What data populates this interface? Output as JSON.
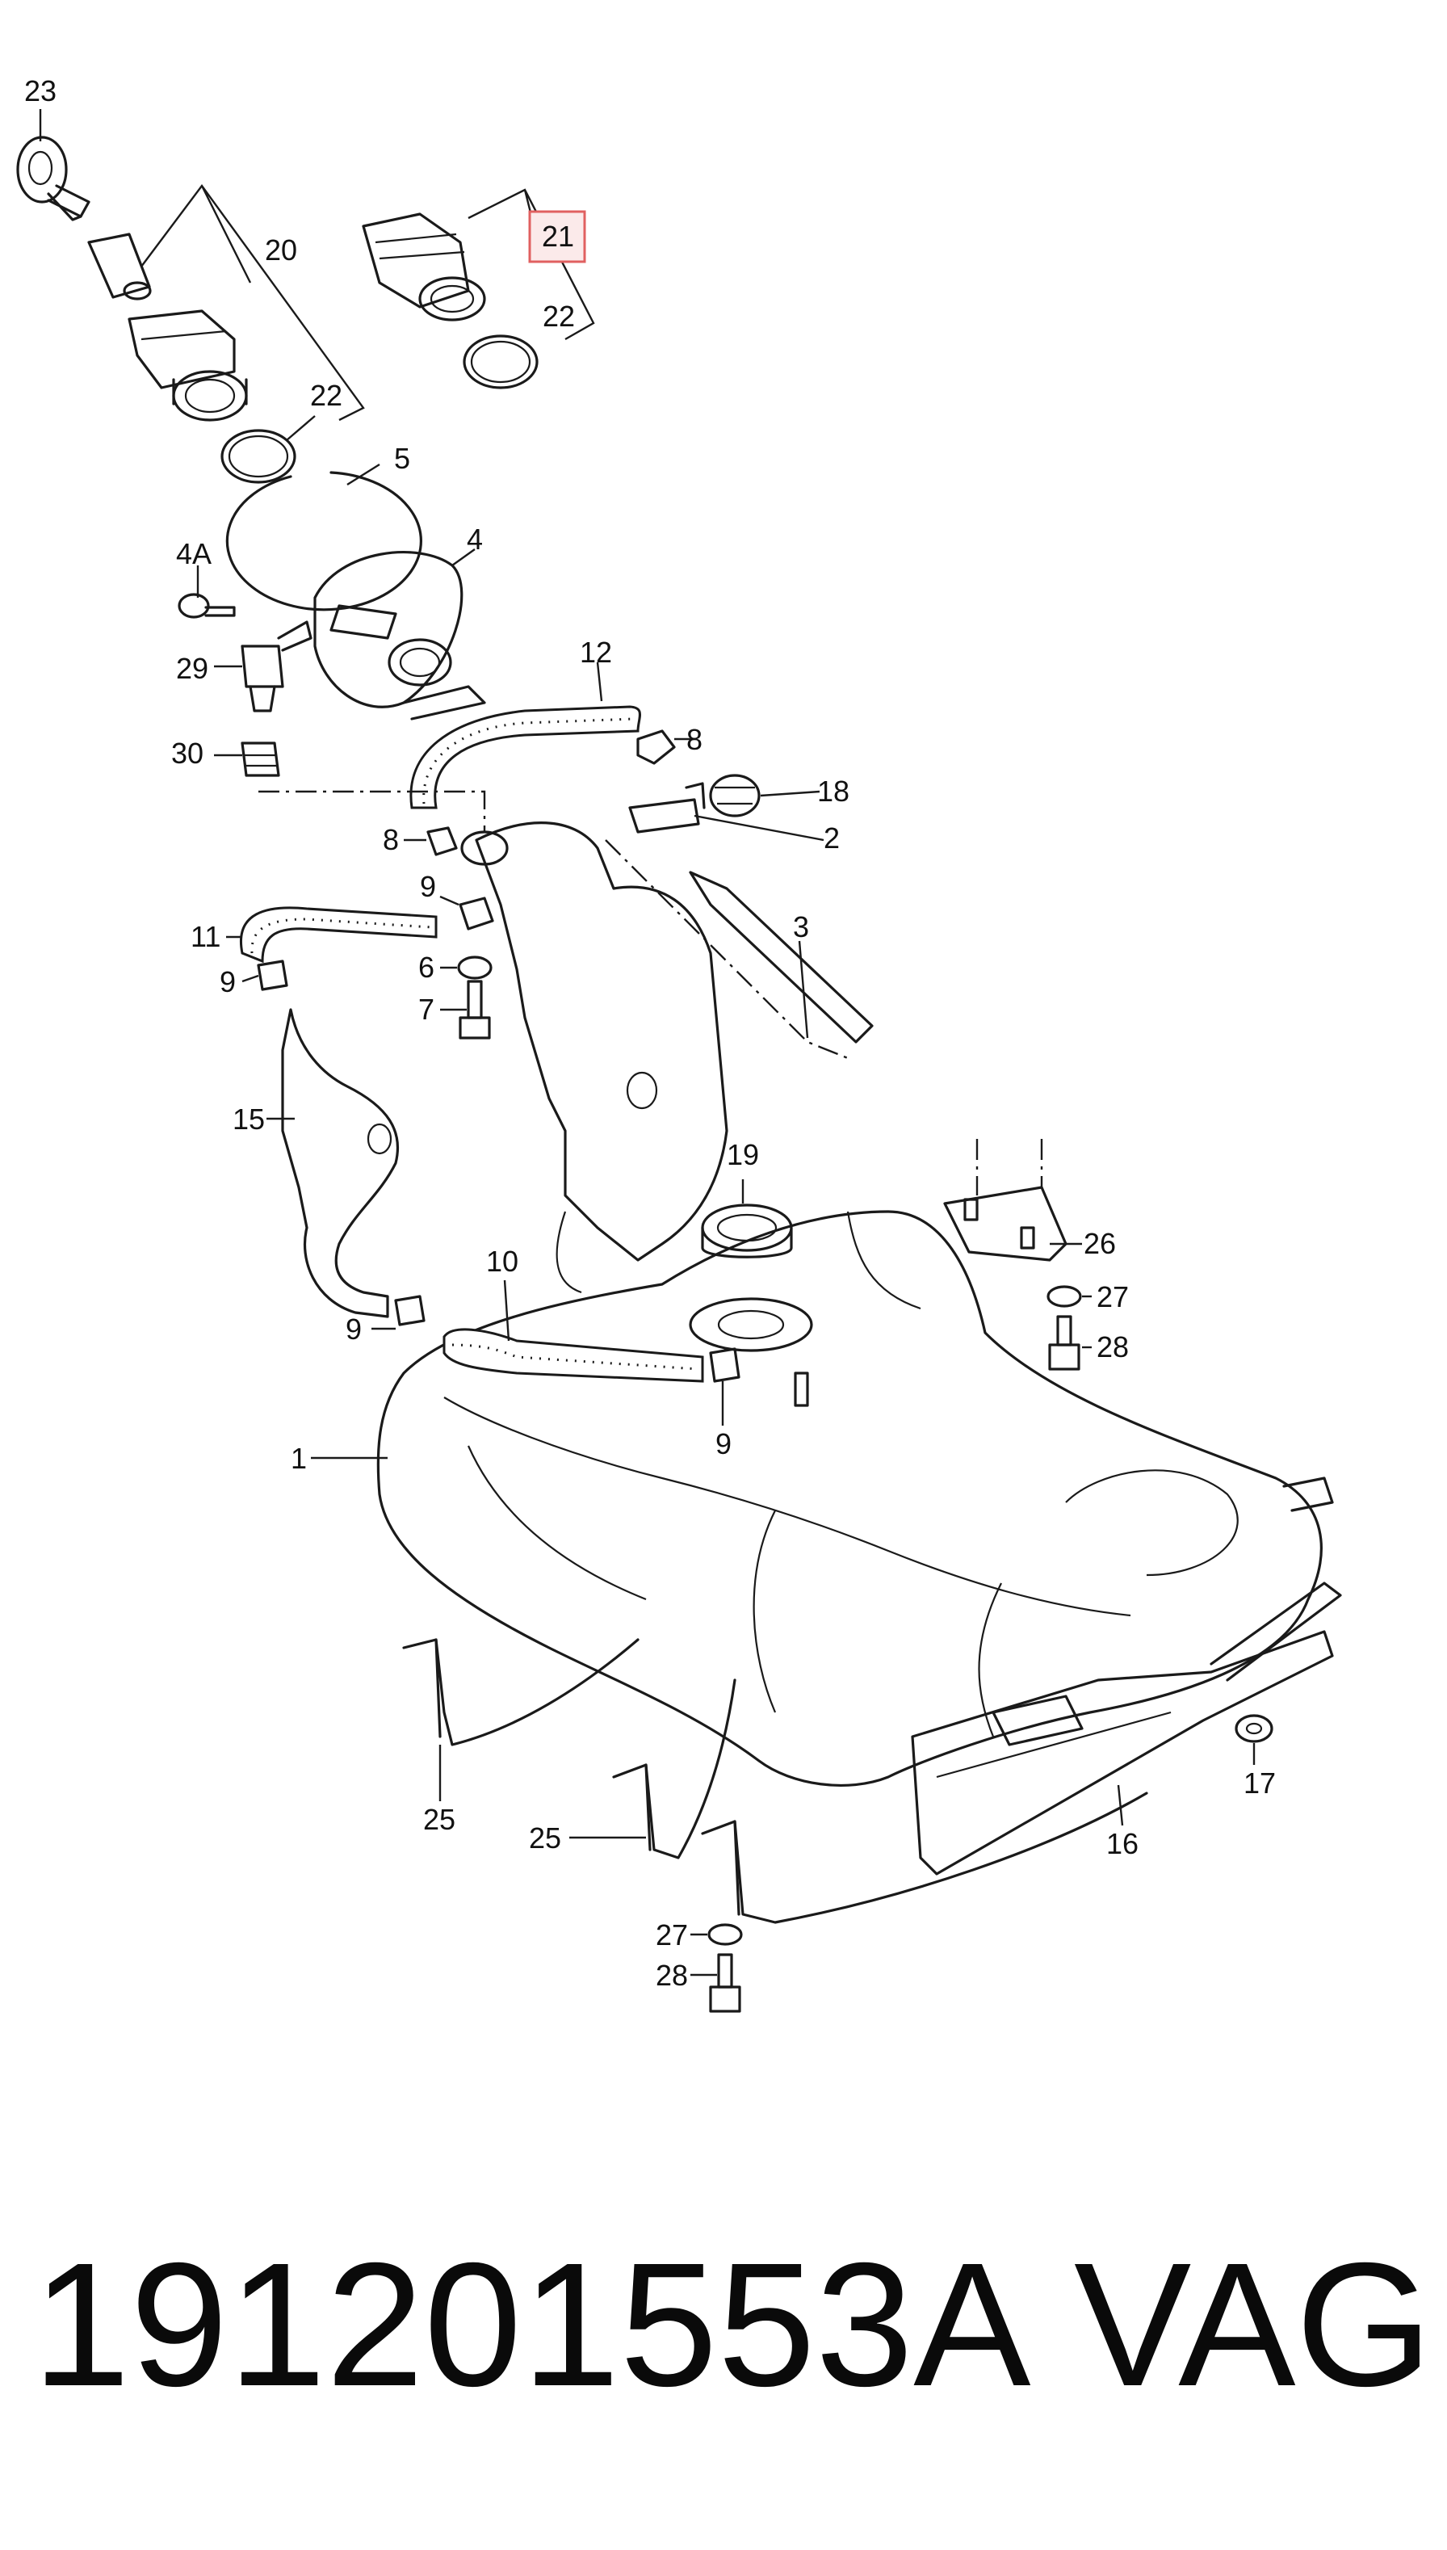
{
  "diagram": {
    "labels": {
      "l1": "1",
      "l2": "2",
      "l3": "3",
      "l4": "4",
      "l4a": "4A",
      "l5": "5",
      "l6": "6",
      "l7": "7",
      "l8a": "8",
      "l8b": "8",
      "l9a": "9",
      "l9b": "9",
      "l9c": "9",
      "l9d": "9",
      "l10": "10",
      "l11": "11",
      "l12": "12",
      "l15": "15",
      "l16": "16",
      "l17": "17",
      "l18": "18",
      "l19": "19",
      "l20": "20",
      "l21": "21",
      "l22a": "22",
      "l22b": "22",
      "l23": "23",
      "l25a": "25",
      "l25b": "25",
      "l26": "26",
      "l27a": "27",
      "l27b": "27",
      "l28a": "28",
      "l28b": "28",
      "l29": "29",
      "l30": "30"
    },
    "highlight_color": "#e06060"
  },
  "footer": {
    "part_number": "191201553A",
    "brand": "VAG"
  }
}
